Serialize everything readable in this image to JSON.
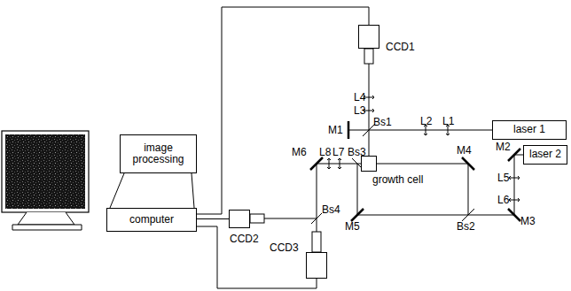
{
  "diagram": {
    "nodes": [
      {
        "text": [
          "CCD1"
        ]
      },
      {
        "text": [
          "laser 1"
        ]
      },
      {
        "text": [
          "image processing"
        ]
      },
      {
        "text": [
          "laser 2"
        ]
      },
      {
        "text": [
          "growth cell"
        ]
      },
      {
        "text": [
          "computer"
        ]
      },
      {
        "text": [
          "CCD2"
        ]
      },
      {
        "text": [
          "CCD3"
        ]
      }
    ],
    "edges": [
      {
        "from": 5,
        "to": 0,
        "arrow": "none"
      },
      {
        "from": 5,
        "to": 6,
        "arrow": "none"
      },
      {
        "from": 5,
        "to": 7,
        "arrow": "none"
      }
    ],
    "labels": [
      "L4",
      "L3",
      "Bs1",
      "L2",
      "L1",
      "M1",
      "M6",
      "L8",
      "L7",
      "Bs3",
      "M4",
      "M2",
      "L5",
      "L6",
      "Bs4",
      "M5",
      "Bs2",
      "M3"
    ]
  }
}
